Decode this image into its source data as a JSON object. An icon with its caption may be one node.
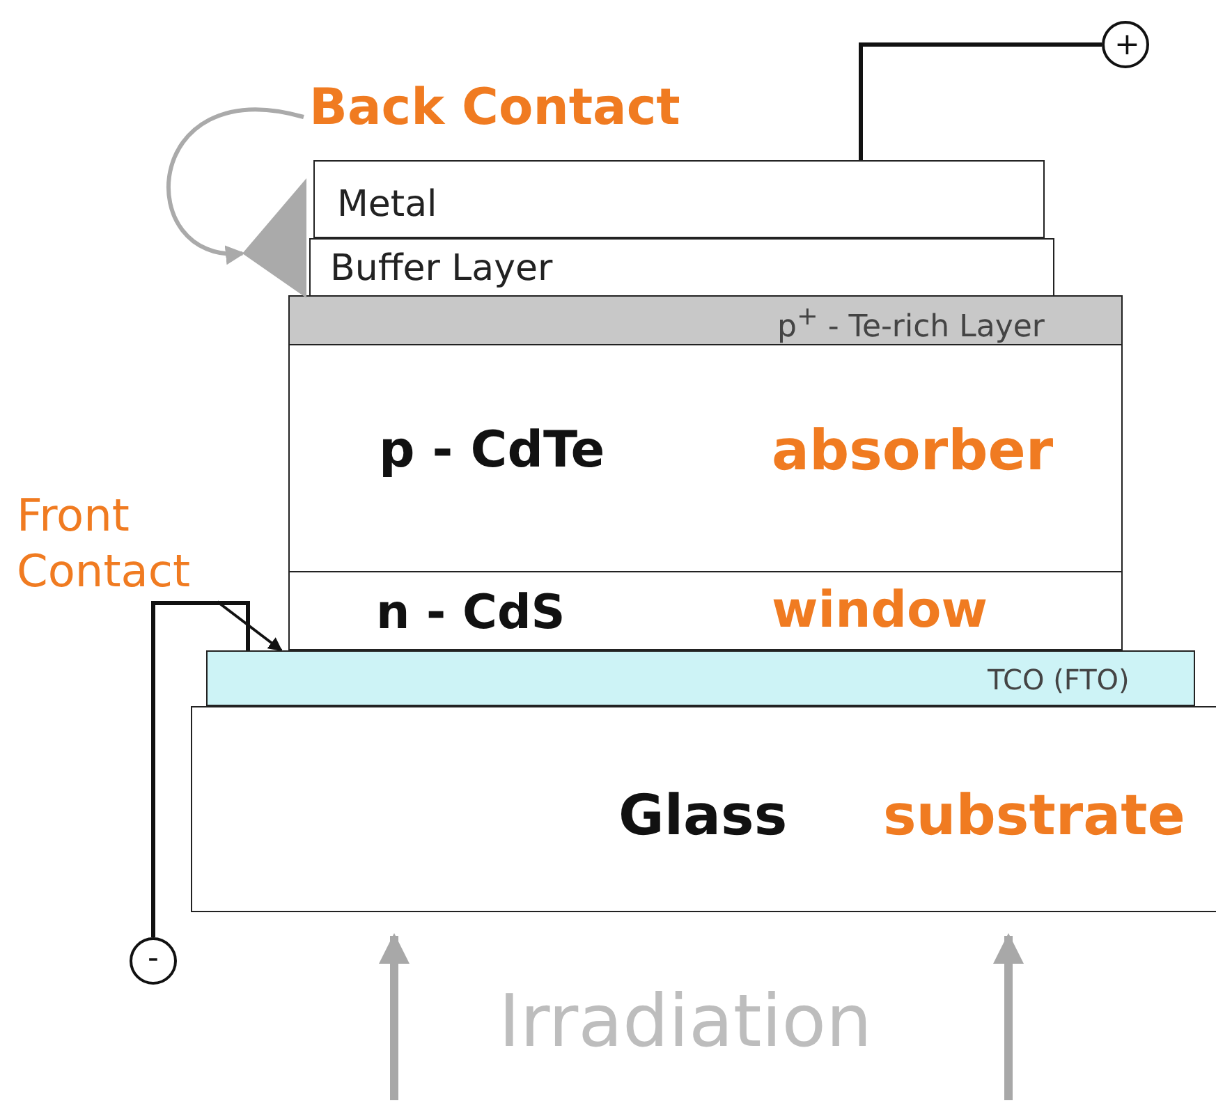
{
  "diagram": {
    "nodes": [
      {
        "text": [
          "Metal"
        ]
      },
      {
        "text": [
          "Buffer Layer"
        ]
      },
      {
        "text": [
          "p$^{+}$ - Te-rich Layer"
        ]
      },
      {
        "text": [
          "p - CdTe",
          "absorber"
        ]
      },
      {
        "text": [
          "n - CdS",
          "window"
        ]
      },
      {
        "text": [
          "TCO (FTO)"
        ]
      },
      {
        "text": [
          "Glass",
          "substrate"
        ]
      },
      {
        "text": [
          "+"
        ]
      },
      {
        "text": [
          "-"
        ]
      },
      {
        "text": [
          "Back Contact"
        ]
      },
      {
        "text": [],
        "shape": "triangle"
      },
      {
        "text": [
          "Front Contact"
        ]
      }
    ],
    "edges": [
      {
        "from": 7,
        "to": 0,
        "arrow": "none"
      },
      {
        "from": 8,
        "to": 5,
        "arrow": "none"
      },
      {
        "from": 9,
        "to": 10,
        "arrow": "to",
        "color": "#aaaaaa"
      },
      {
        "from": 11,
        "to": 5,
        "arrow": "to"
      }
    ],
    "labels": [
      "Irradiation"
    ]
  }
}
